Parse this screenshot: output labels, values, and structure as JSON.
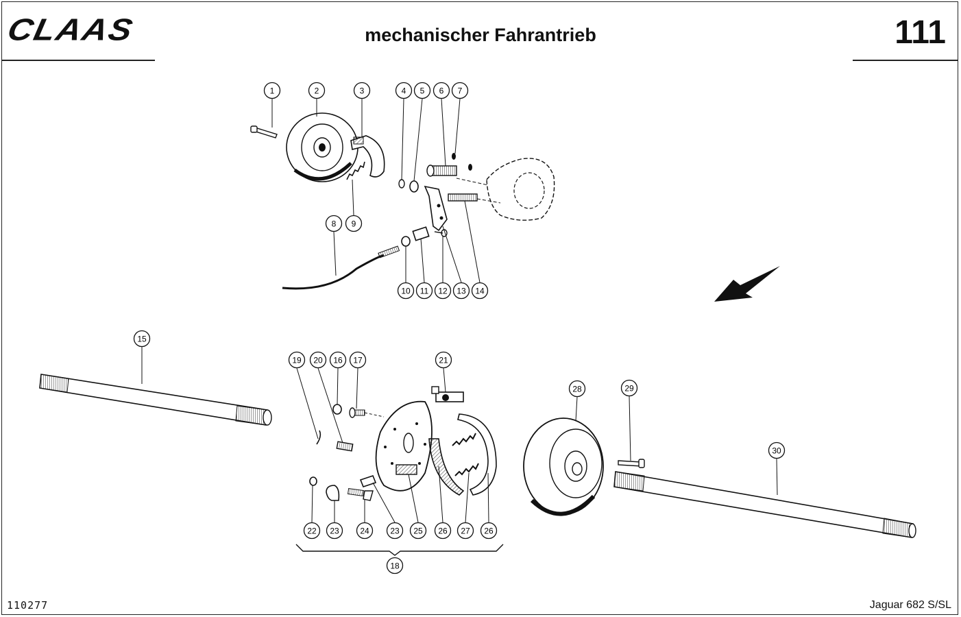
{
  "header": {
    "logo": "CLAAS",
    "title": "mechanischer Fahrantrieb",
    "page_number": "111"
  },
  "footer": {
    "document_number": "110277",
    "model": "Jaguar 682 S/SL"
  },
  "callouts": [
    "1",
    "2",
    "3",
    "4",
    "5",
    "6",
    "7",
    "8",
    "9",
    "10",
    "11",
    "12",
    "13",
    "14",
    "15",
    "16",
    "17",
    "18",
    "19",
    "20",
    "21",
    "22",
    "23",
    "24",
    "25",
    "26",
    "27",
    "28",
    "29",
    "30"
  ],
  "callout_26_repeat": "26"
}
